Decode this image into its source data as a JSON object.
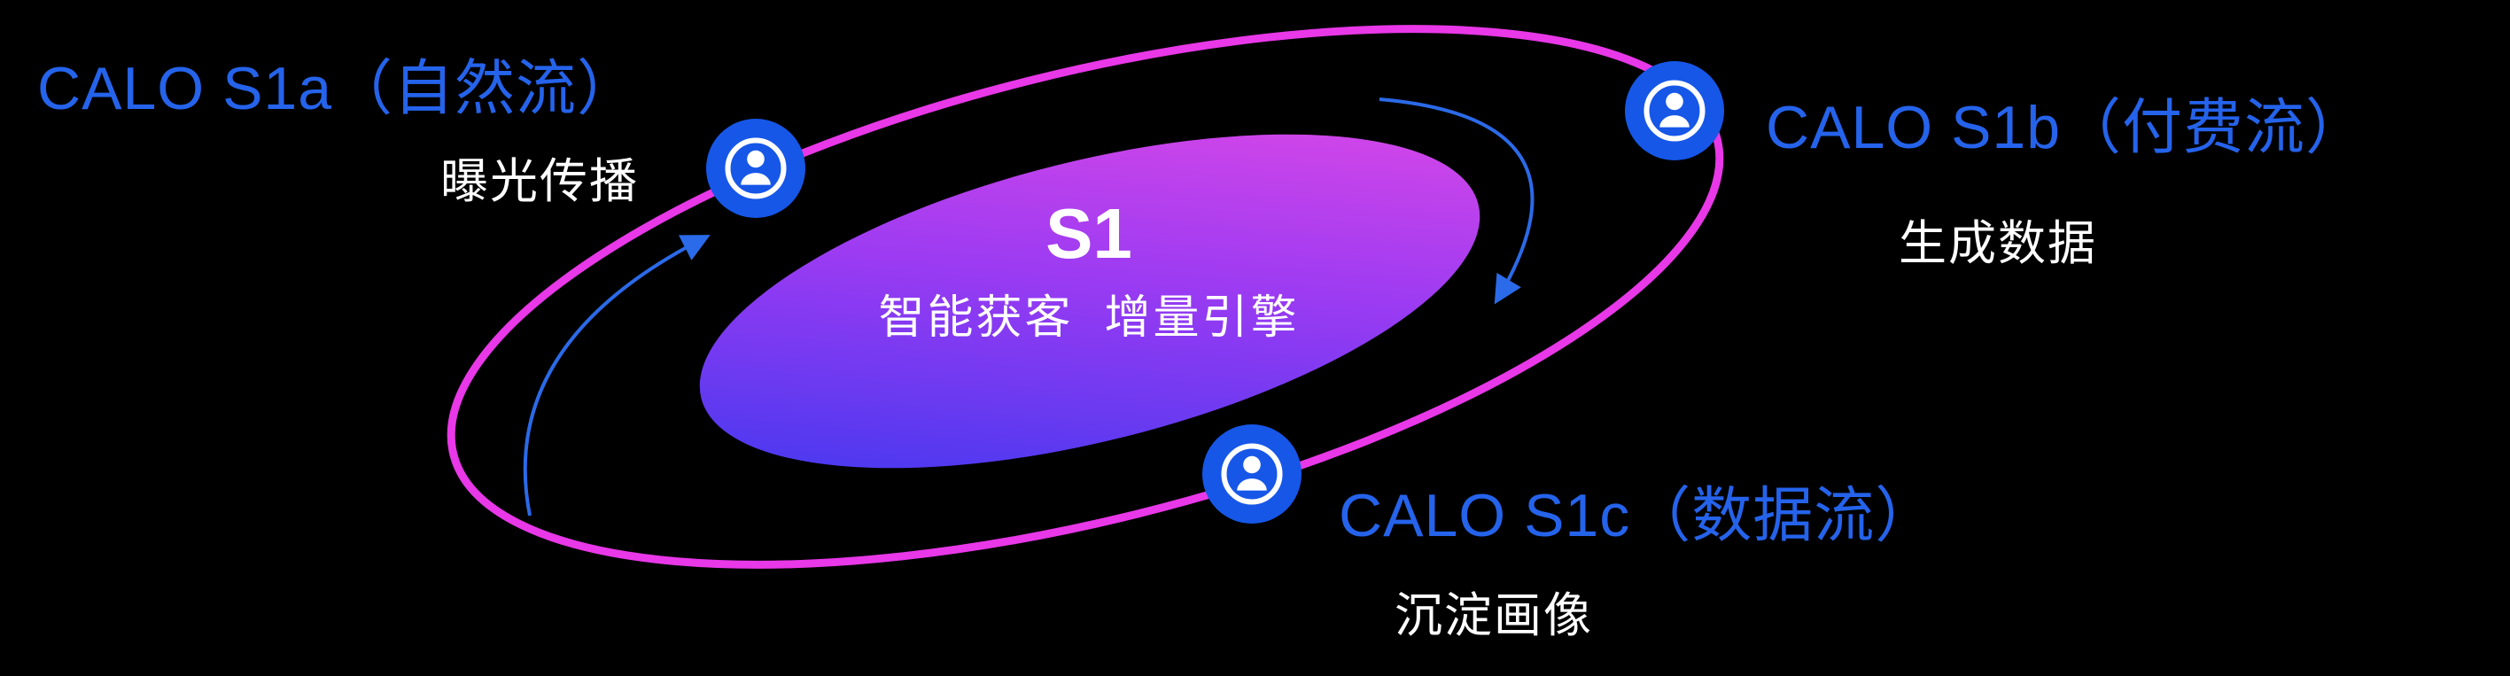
{
  "center": {
    "title": "S1",
    "subtitle": "智能获客  增量引擎"
  },
  "nodes": [
    {
      "icon": "user-icon",
      "label": "CALO S1a（自然流）",
      "sublabel": "曝光传播"
    },
    {
      "icon": "user-icon",
      "label": "CALO S1b（付费流）",
      "sublabel": "生成数据"
    },
    {
      "icon": "user-icon",
      "label": "CALO S1c（数据流）",
      "sublabel": "沉淀画像"
    }
  ],
  "colors": {
    "background": "#000000",
    "label_blue": "#2563eb",
    "orbit_magenta": "#e838e8",
    "icon_blue": "#1657e8",
    "arrow_blue": "#2b6ae8",
    "gradient_start": "#3338ef",
    "gradient_mid": "#9c3bf2",
    "gradient_end": "#e54ae5",
    "text_white": "#ffffff"
  }
}
